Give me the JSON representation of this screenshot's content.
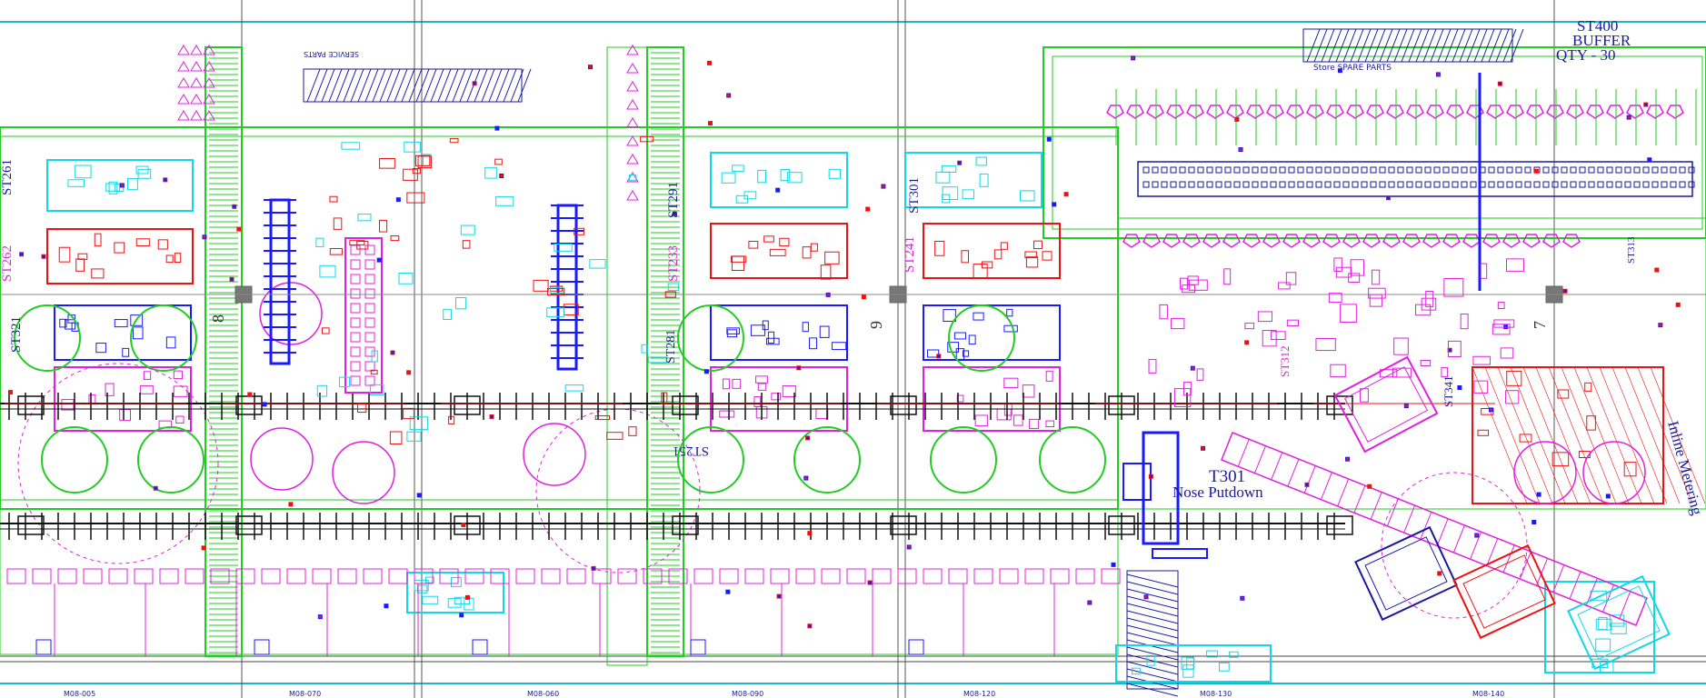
{
  "drawing": {
    "buffer_title": "ST400",
    "buffer_name": "BUFFER",
    "buffer_qty": "QTY - 30",
    "station_labels": [
      "ST261",
      "ST262",
      "ST321",
      "ST291",
      "ST301",
      "ST233",
      "ST241",
      "ST251",
      "ST281",
      "ST312",
      "ST313",
      "ST341"
    ],
    "putdown_label_1": "T301",
    "putdown_label_2": "Nose Putdown",
    "metering_label_1": "Inline Metering",
    "spare_parts_label": "Store SPARE PARTS",
    "service_parts_label": "SERVICE PARTS",
    "bottom_codes": [
      "M08-005",
      "M08-070",
      "M08-060",
      "M08-090",
      "M08-120",
      "M08-130",
      "M08-140"
    ],
    "col_markers": [
      "8",
      "9",
      "7"
    ]
  },
  "colors": {
    "green": "#22cc22",
    "magenta": "#e020e0",
    "blue": "#1a1aff",
    "red": "#ee1111",
    "cyan": "#10d8e8",
    "navy": "#1a1a9a",
    "grid": "#20b0d0"
  }
}
